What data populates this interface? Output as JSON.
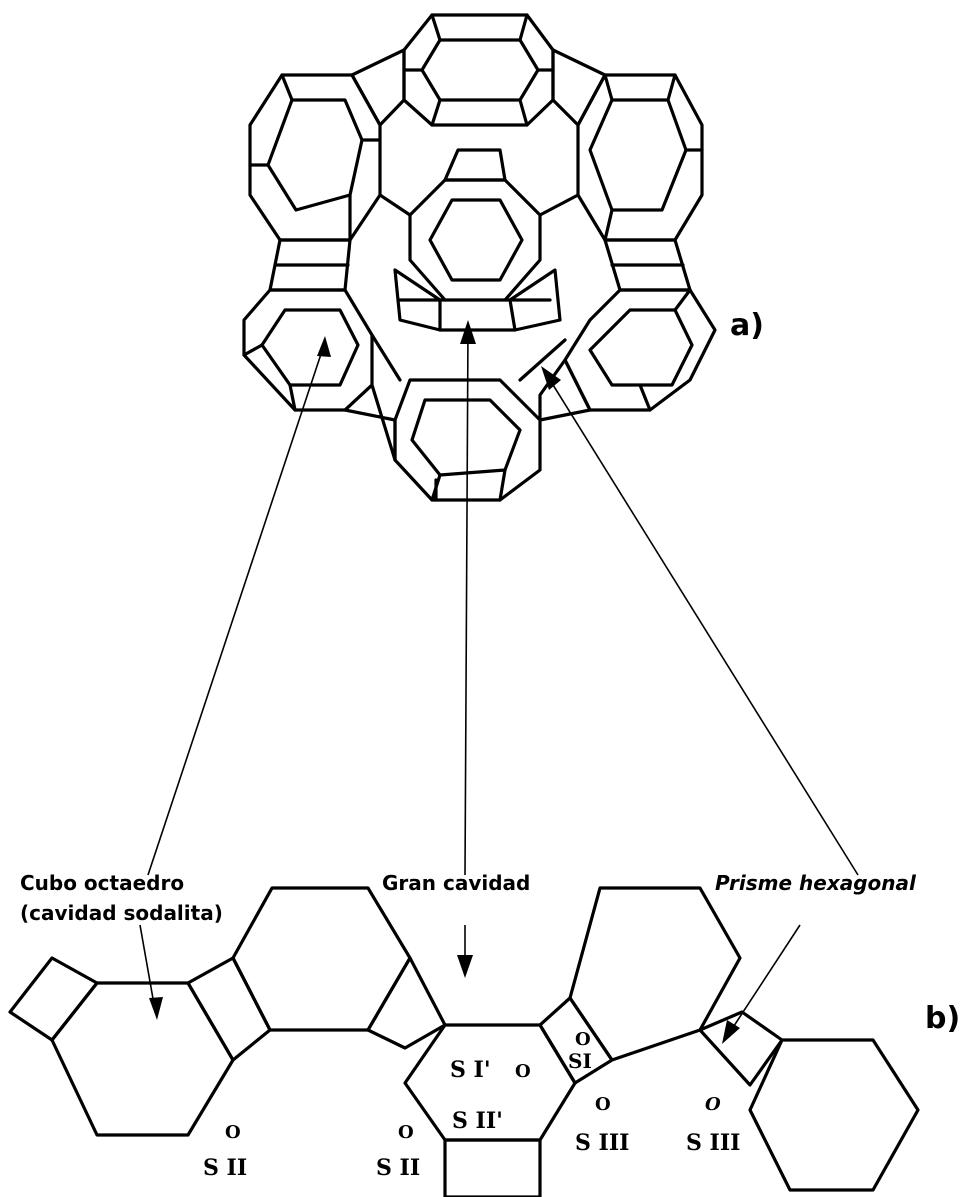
{
  "labels": {
    "part_a": "a)",
    "part_b": "b)",
    "sodalite_line1": "Cubo octaedro",
    "sodalite_line2": "(cavidad sodalita)",
    "supercage": "Gran cavidad",
    "prism": "Prisme hexagonal"
  },
  "sites": {
    "o": "O",
    "s_ii": "S II",
    "s_i_prime": "S I'",
    "s_i": "SI",
    "s_ii_prime": "S II'",
    "s_iii": "S III"
  }
}
